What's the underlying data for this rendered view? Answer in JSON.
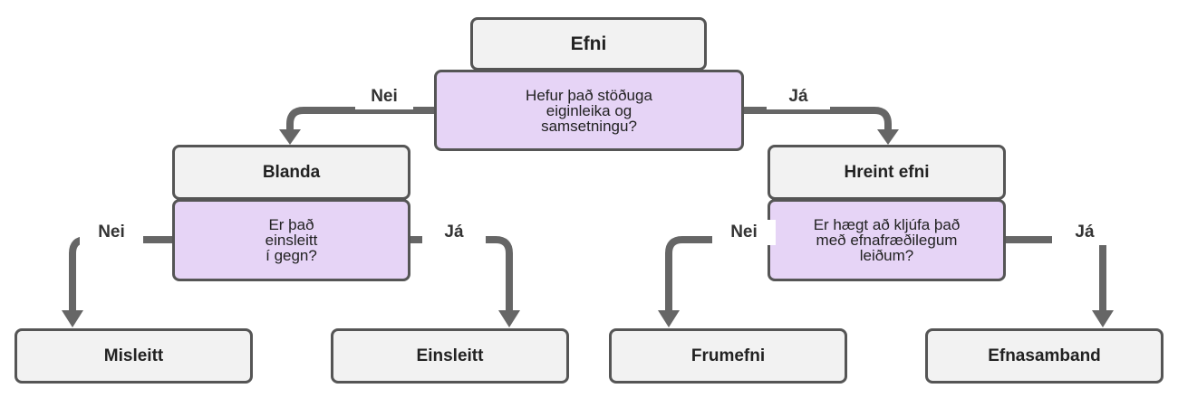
{
  "diagram": {
    "root": {
      "label": "Efni",
      "question": "Hefur það stöðuga\neiginleika og\nsamsetningu?"
    },
    "left": {
      "label": "Blanda",
      "question": "Er það\neinsleitt\ní gegn?"
    },
    "right": {
      "label": "Hreint efni",
      "question": "Er hægt að kljúfa það\nmeð efnafræðilegum\nleiðum?"
    },
    "leaves": {
      "mixed_no": "Misleitt",
      "mixed_yes": "Einsleitt",
      "pure_no": "Frumefni",
      "pure_yes": "Efnasamband"
    },
    "branch_no": "Nei",
    "branch_yes": "Já"
  },
  "colors": {
    "box_fill": "#f2f2f2",
    "question_fill": "#e6d4f6",
    "border": "#555555",
    "arrow": "#666666"
  }
}
